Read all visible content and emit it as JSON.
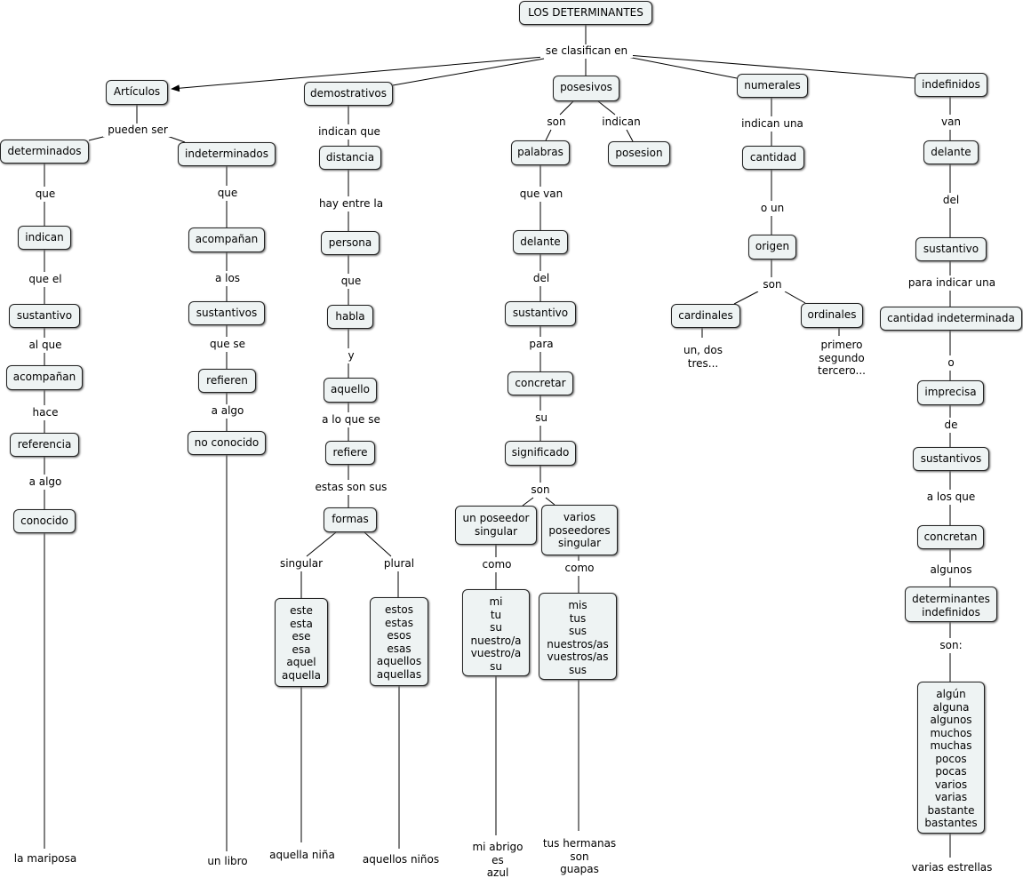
{
  "nodes": {
    "root": "LOS DETERMINANTES",
    "articulos": "Artículos",
    "demostrativos": "demostrativos",
    "posesivos": "posesivos",
    "numerales": "numerales",
    "indefinidos": "indefinidos",
    "determinados": "determinados",
    "indeterminados": "indeterminados",
    "a_indican": "indican",
    "a_sustantivo": "sustantivo",
    "a_acompanan": "acompañan",
    "a_referencia": "referencia",
    "a_conocido": "conocido",
    "i_acompanan": "acompañan",
    "i_sustantivos": "sustantivos",
    "i_refieren": "refieren",
    "i_noconocido": "no conocido",
    "d_distancia": "distancia",
    "d_persona": "persona",
    "d_habla": "habla",
    "d_aquello": "aquello",
    "d_refiere": "refiere",
    "d_formas": "formas",
    "d_singular_list": "este\nesta\nese\nesa\naquel\naquella",
    "d_plural_list": "estos\nestas\nesos\nesas\naquellos\naquellas",
    "p_palabras": "palabras",
    "p_posesion": "posesion",
    "p_delante": "delante",
    "p_sustantivo": "sustantivo",
    "p_concretar": "concretar",
    "p_significado": "significado",
    "p_unposeedor": "un poseedor\nsingular",
    "p_varios": "varios\nposeedores\nsingular",
    "p_list1": "mi\ntu\nsu\nnuestro/a\nvuestro/a\nsu",
    "p_list2": "mis\ntus\nsus\nnuestros/as\nvuestros/as\nsus",
    "n_cantidad": "cantidad",
    "n_origen": "origen",
    "n_cardinales": "cardinales",
    "n_ordinales": "ordinales",
    "f_delante": "delante",
    "f_sustantivo": "sustantivo",
    "f_cantidad": "cantidad indeterminada",
    "f_imprecisa": "imprecisa",
    "f_sustantivos": "sustantivos",
    "f_concretan": "concretan",
    "f_detind": "determinantes\nindefinidos",
    "f_list": "algún\nalguna\nalgunos\nmuchos\nmuchas\npocos\npocas\nvarios\nvarias\nbastante\nbastantes"
  },
  "labels": {
    "se_clasifican": "se clasifican en",
    "pueden_ser": "pueden ser",
    "a_que": "que",
    "a_queel": "que el",
    "a_alque": "al que",
    "a_hace": "hace",
    "a_aalgo": "a algo",
    "a_example": "la mariposa",
    "i_que": "que",
    "i_alos": "a los",
    "i_quese": "que se",
    "i_aalgo": "a algo",
    "i_example": "un libro",
    "d_indicanque": "indican que",
    "d_hayentre": "hay entre la",
    "d_que": "que",
    "d_y": "y",
    "d_aloquese": "a lo que se",
    "d_estasson": "estas son sus",
    "d_singular": "singular",
    "d_plural": "plural",
    "d_ex1": "aquella niña",
    "d_ex2": "aquellos niños",
    "p_son": "son",
    "p_indican": "indican",
    "p_quevan": "que van",
    "p_del": "del",
    "p_para": "para",
    "p_su": "su",
    "p_son2": "son",
    "p_como1": "como",
    "p_como2": "como",
    "p_ex1": "mi abrigo\nes\nazul",
    "p_ex2": "tus hermanas\nson\nguapas",
    "n_indicanuna": "indican una",
    "n_oun": "o un",
    "n_son": "son",
    "n_card_ex": "un, dos\ntres...",
    "n_ord_ex": "primero\nsegundo\ntercero...",
    "f_van": "van",
    "f_del": "del",
    "f_paraindicar": "para indicar una",
    "f_o": "o",
    "f_de": "de",
    "f_alosque": "a los que",
    "f_algunos": "algunos",
    "f_son": "son:",
    "f_example": "varias estrellas"
  }
}
